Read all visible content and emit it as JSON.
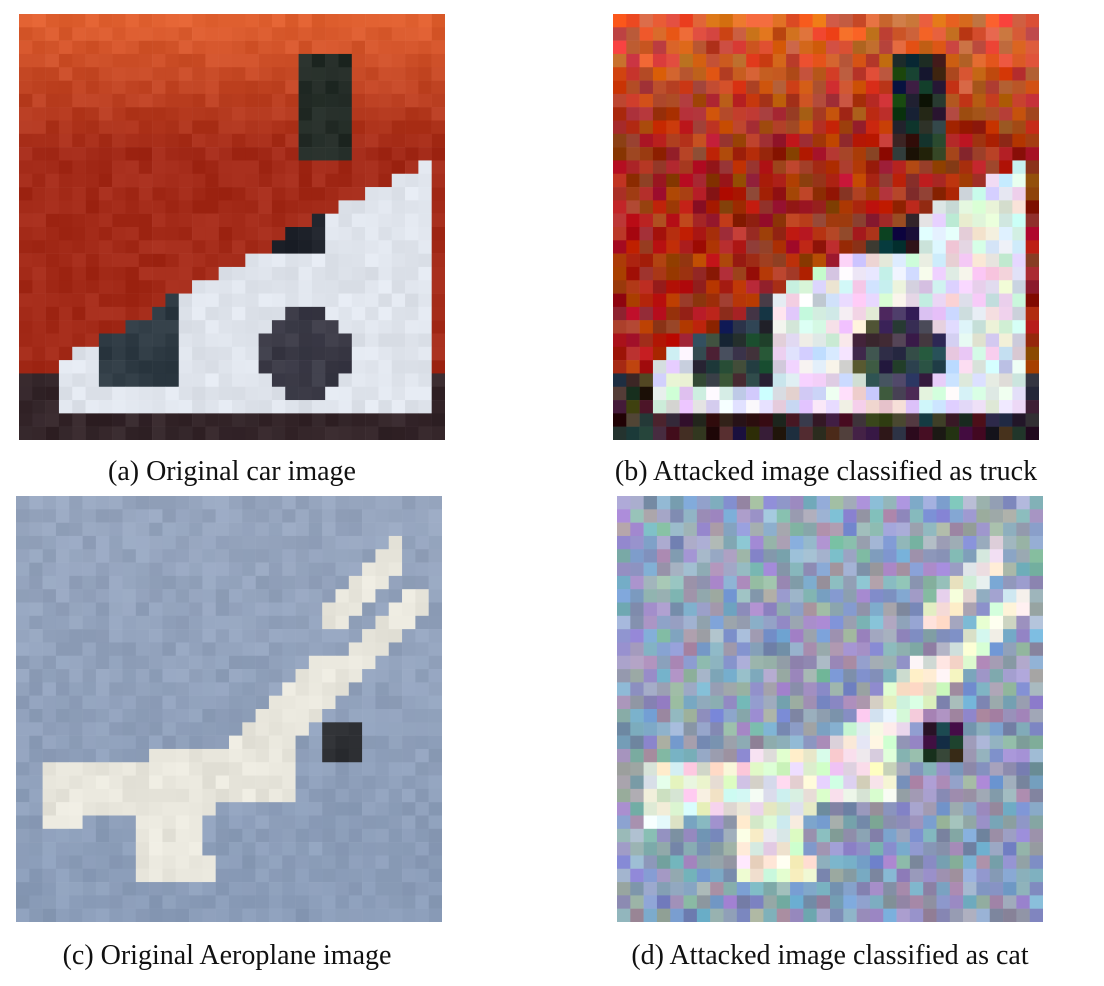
{
  "figure": {
    "panels": [
      {
        "id": "a",
        "caption": "(a) Original car image",
        "subject": "car",
        "attacked": false
      },
      {
        "id": "b",
        "caption": "(b) Attacked image classified as truck",
        "subject": "car",
        "attacked": true
      },
      {
        "id": "c",
        "caption": "(c) Original Aeroplane image",
        "subject": "plane",
        "attacked": false
      },
      {
        "id": "d",
        "caption": "(d) Attacked image classified as cat",
        "subject": "plane",
        "attacked": true
      }
    ]
  },
  "colors": {
    "car_bg_top": "#e06030",
    "car_bg": "#a32a18",
    "car_body": "#dfe4ec",
    "car_dark": "#20242c",
    "plane_bg": "#8a9cb8",
    "plane_body": "#e8e6dc",
    "plane_shadow": "#2a2c30"
  }
}
